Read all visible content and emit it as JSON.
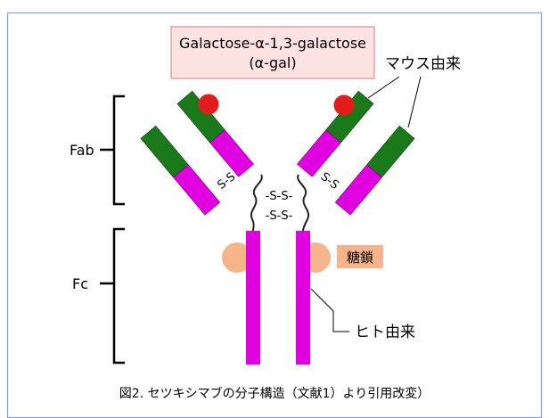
{
  "colors": {
    "frame": "#7fa3cc",
    "mouse": "#1a7a1a",
    "human": "#e000e0",
    "agal_dot": "#e31b1b",
    "glycan": "#f6b48a",
    "agal_box_fill": "#fde2e2",
    "agal_box_border": "#e57a7a",
    "text": "#000000"
  },
  "agal_box": {
    "line1": "Galactose-α-1,3-galactose",
    "line2": "(α-gal)"
  },
  "labels": {
    "mouse": "マウス由来",
    "glycan": "糖鎖",
    "human": "ヒト由来",
    "fab": "Fab",
    "fc": "Fc"
  },
  "disulfide": {
    "left_arm": "S-S",
    "right_arm": "S-S",
    "hinge_top": "-S-S-",
    "hinge_bottom": "-S-S-"
  },
  "caption": "図2. セツキシマブの分子構造（文献1）より引用改変）"
}
